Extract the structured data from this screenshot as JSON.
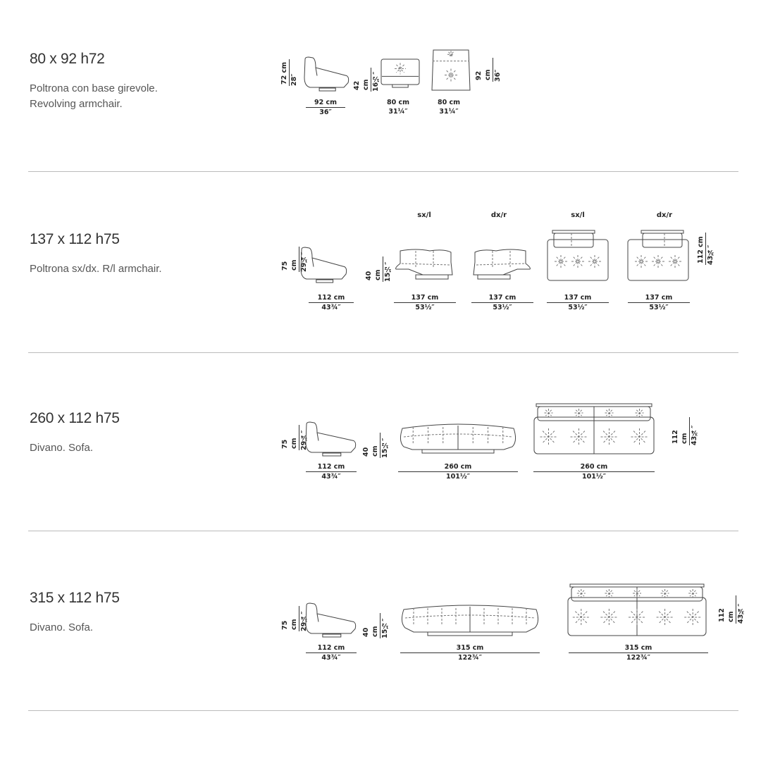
{
  "rows": [
    {
      "title": "80 x 92 h72",
      "desc": [
        "Poltrona con base girevole.",
        "Revolving armchair."
      ],
      "vdims": [
        {
          "cm": "72 cm",
          "in": "28″"
        },
        {
          "cm": "42 cm",
          "in": "16½″"
        },
        {
          "cm": "92 cm",
          "in": "36″"
        }
      ],
      "hdims": [
        {
          "cm": "92 cm",
          "in": "36″"
        },
        {
          "cm": "80 cm",
          "in": "31¼″"
        },
        {
          "cm": "80 cm",
          "in": "31¼″"
        }
      ]
    },
    {
      "title": "137 x 112 h75",
      "desc": [
        "Poltrona sx/dx. R/l armchair."
      ],
      "labels": [
        "sx/l",
        "dx/r",
        "sx/l",
        "dx/r"
      ],
      "vdims": [
        {
          "cm": "75 cm",
          "in": "29¼″"
        },
        {
          "cm": "40 cm",
          "in": "15½″"
        },
        {
          "cm": "112 cm",
          "in": "43¾″"
        }
      ],
      "hdims": [
        {
          "cm": "112 cm",
          "in": "43¾″"
        },
        {
          "cm": "137 cm",
          "in": "53½″"
        },
        {
          "cm": "137 cm",
          "in": "53½″"
        },
        {
          "cm": "137 cm",
          "in": "53½″"
        },
        {
          "cm": "137 cm",
          "in": "53½″"
        }
      ]
    },
    {
      "title": "260 x 112 h75",
      "desc": [
        "Divano. Sofa."
      ],
      "vdims": [
        {
          "cm": "75 cm",
          "in": "29¼″"
        },
        {
          "cm": "40 cm",
          "in": "15½″"
        },
        {
          "cm": "112 cm",
          "in": "43¾″"
        }
      ],
      "hdims": [
        {
          "cm": "112 cm",
          "in": "43¾″"
        },
        {
          "cm": "260 cm",
          "in": "101½″"
        },
        {
          "cm": "260 cm",
          "in": "101½″"
        }
      ]
    },
    {
      "title": "315 x 112 h75",
      "desc": [
        "Divano. Sofa."
      ],
      "vdims": [
        {
          "cm": "75 cm",
          "in": "29¼″"
        },
        {
          "cm": "40 cm",
          "in": "15½″"
        },
        {
          "cm": "112 cm",
          "in": "43¾″"
        }
      ],
      "hdims": [
        {
          "cm": "112 cm",
          "in": "43¾″"
        },
        {
          "cm": "315 cm",
          "in": "122¾″"
        },
        {
          "cm": "315 cm",
          "in": "122¾″"
        }
      ]
    }
  ]
}
